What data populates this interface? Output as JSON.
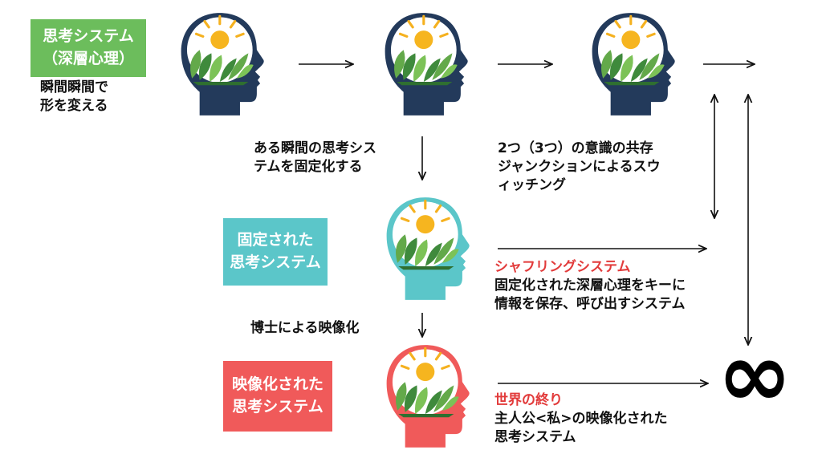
{
  "colors": {
    "green": "#6cbd5c",
    "teal": "#5bc6c9",
    "red": "#f05a5a",
    "navy": "#233a5b",
    "accent_red": "#e23b3b"
  },
  "boxes": {
    "thinking": {
      "line1": "思考システム",
      "line2": "（深層心理）"
    },
    "fixed": {
      "line1": "固定された",
      "line2": "思考システム"
    },
    "visualized": {
      "line1": "映像化された",
      "line2": "思考システム"
    }
  },
  "labels": {
    "changes": {
      "line1": "瞬間瞬間で",
      "line2": "形を変える"
    },
    "fix_moment": {
      "line1": "ある瞬間の思考シス",
      "line2": "テムを固定化する"
    },
    "coexist": {
      "line1": "2つ（3つ）の意識の共存",
      "line2": "ジャンクションによるスウ",
      "line3": "ィッチング"
    },
    "by_doctor": "博士による映像化"
  },
  "shuffling": {
    "title": "シャフリングシステム",
    "line1": "固定化された深層心理をキーに",
    "line2": "情報を保存、呼び出すシステム"
  },
  "world_end": {
    "title": "世界の終り",
    "line1": "主人公<私>の映像化された",
    "line2": "思考システム"
  },
  "symbols": {
    "infinity": "∞"
  },
  "icons": [
    "head-sun-plant-icon",
    "infinity-symbol"
  ]
}
